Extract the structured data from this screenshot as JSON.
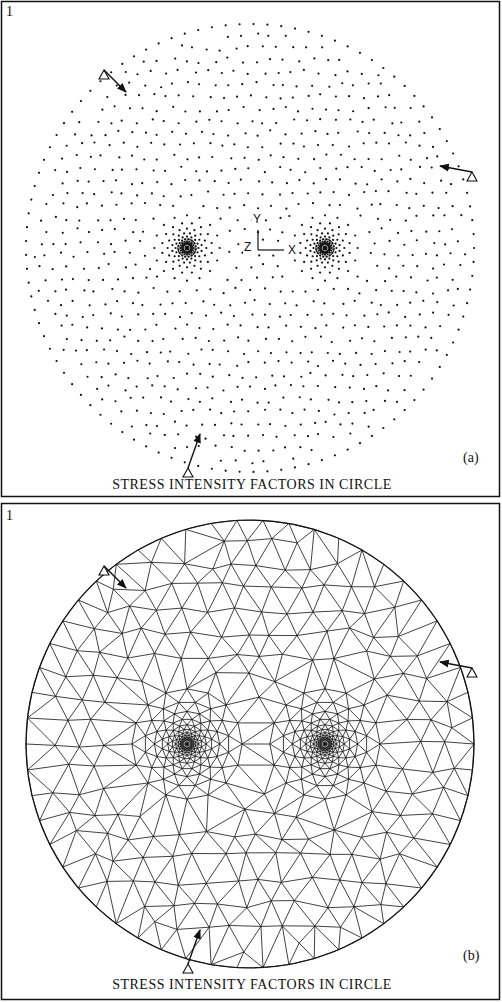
{
  "diagram": {
    "labels": [
      "1",
      "Y",
      "Z",
      "X",
      "(a)",
      "STRESS INTENSITY FACTORS IN CIRCLE",
      "1",
      "(b)",
      "STRESS INTENSITY FACTORS IN CIRCLE"
    ]
  }
}
